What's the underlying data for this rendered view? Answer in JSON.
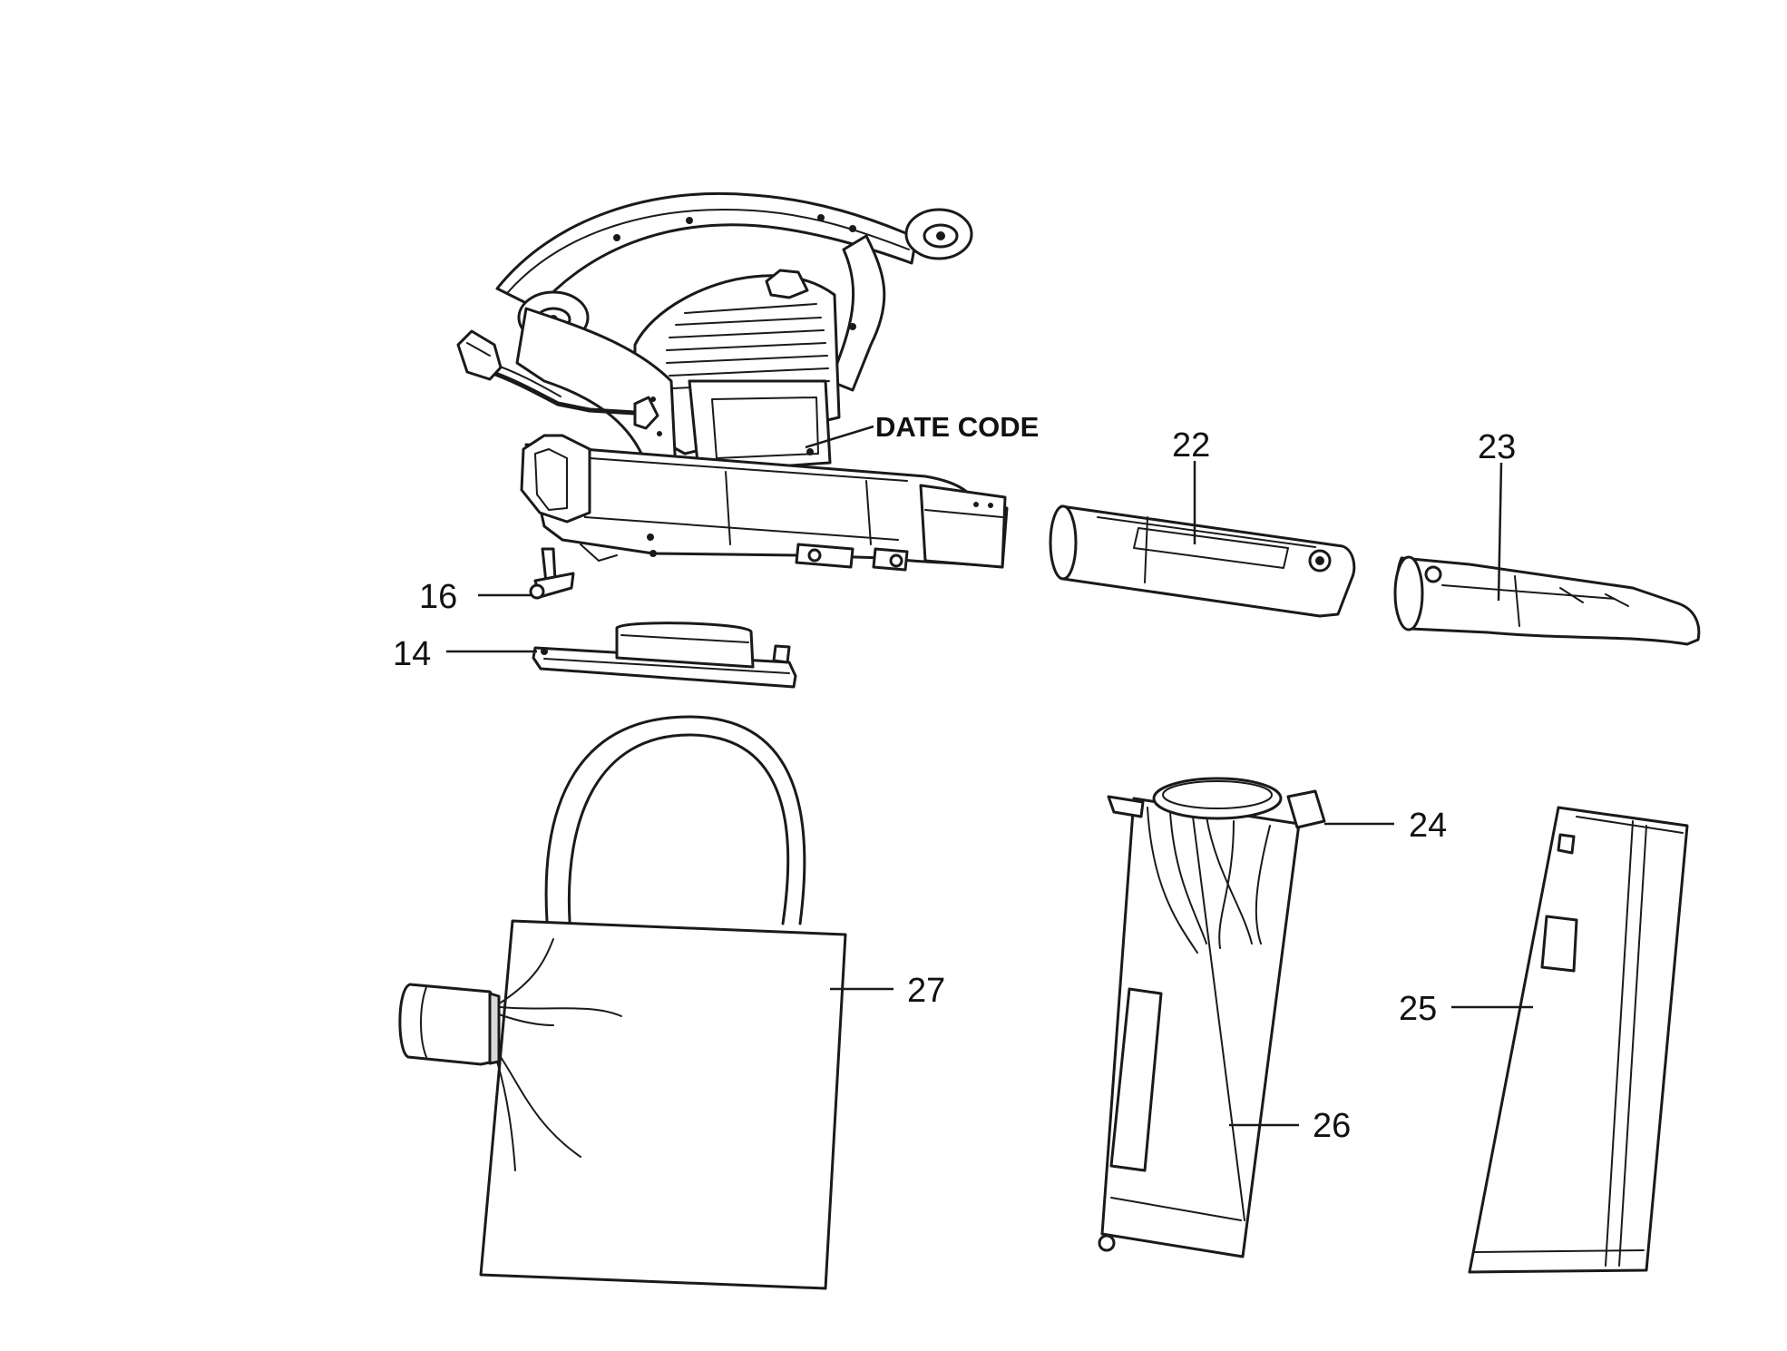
{
  "diagram": {
    "parts": [
      {
        "id": "blower-main-unit",
        "label": "DATE CODE"
      },
      {
        "id": "part-14",
        "label": "14"
      },
      {
        "id": "part-16",
        "label": "16"
      },
      {
        "id": "part-22",
        "label": "22"
      },
      {
        "id": "part-23",
        "label": "23"
      },
      {
        "id": "part-24",
        "label": "24"
      },
      {
        "id": "part-25",
        "label": "25"
      },
      {
        "id": "part-26",
        "label": "26"
      },
      {
        "id": "part-27",
        "label": "27"
      }
    ],
    "labels": {
      "date_code": "DATE CODE",
      "p14": "14",
      "p16": "16",
      "p22": "22",
      "p23": "23",
      "p24": "24",
      "p25": "25",
      "p26": "26",
      "p27": "27"
    },
    "colors": {
      "line": "#1a1a1a",
      "background": "#ffffff",
      "shade": "#d9d9d9"
    }
  }
}
